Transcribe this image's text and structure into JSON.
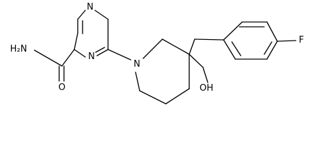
{
  "molecule": {
    "atoms": {
      "pyrazine_n_top": "N",
      "pyrazine_n_bottom": "N",
      "amide_n": "H₂N",
      "amide_o": "O",
      "piperidine_n": "N",
      "fluorine": "F",
      "hydroxyl": "OH"
    }
  }
}
